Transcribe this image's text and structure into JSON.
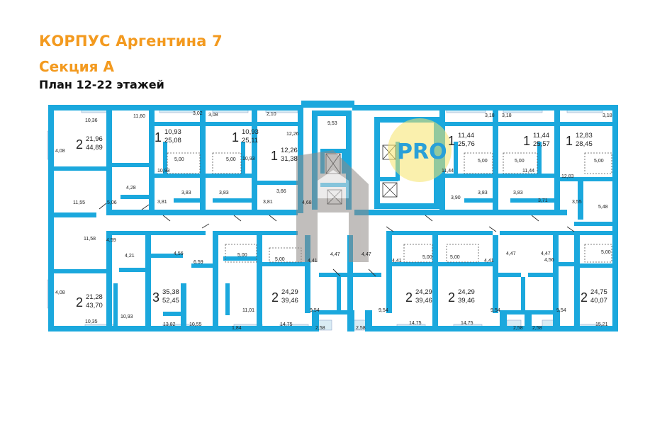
{
  "header": {
    "building": "КОРПУС Аргентина 7",
    "section": "Секция А",
    "plan": "План 12-22 этажей"
  },
  "colors": {
    "wall": "#1ba8dd",
    "window": "#cfe8f3",
    "watermark_circle": "#f6e36a",
    "watermark_text": "#2aa0d8"
  },
  "watermark": {
    "logo_text": "PRO",
    "letter": "A"
  },
  "apartments": [
    {
      "rooms": "2",
      "living": "21,96",
      "total": "44,89"
    },
    {
      "rooms": "1",
      "living": "10,93",
      "total": "25,08"
    },
    {
      "rooms": "1",
      "living": "10,93",
      "total": "25,11"
    },
    {
      "rooms": "1",
      "living": "12,26",
      "total": "31,38"
    },
    {
      "rooms": "1",
      "living": "11,44",
      "total": "25,76"
    },
    {
      "rooms": "1",
      "living": "11,44",
      "total": "25,57"
    },
    {
      "rooms": "1",
      "living": "12,83",
      "total": "28,45"
    },
    {
      "rooms": "2",
      "living": "21,28",
      "total": "43,70"
    },
    {
      "rooms": "3",
      "living": "35,38",
      "total": "52,45"
    },
    {
      "rooms": "2",
      "living": "24,29",
      "total": "39,46"
    },
    {
      "rooms": "2",
      "living": "24,29",
      "total": "39,46"
    },
    {
      "rooms": "2",
      "living": "24,29",
      "total": "39,46"
    },
    {
      "rooms": "2",
      "living": "24,75",
      "total": "40,07"
    }
  ],
  "areas": [
    "10,36",
    "11,60",
    "3,02",
    "3,08",
    "2,10",
    "9,53",
    "3,18",
    "3,18",
    "3,18",
    "4,08",
    "12,26",
    "5,00",
    "5,00",
    "10,93",
    "10,93",
    "4,28",
    "5,06",
    "11,55",
    "3,81",
    "3,83",
    "3,83",
    "3,66",
    "3,81",
    "4,68",
    "11,44",
    "5,00",
    "5,00",
    "11,44",
    "12,83",
    "5,00",
    "3,90",
    "3,83",
    "3,83",
    "3,71",
    "3,55",
    "5,48",
    "11,58",
    "4,59",
    "4,21",
    "4,56",
    "6,59",
    "5,00",
    "5,00",
    "4,41",
    "4,47",
    "4,47",
    "4,41",
    "5,00",
    "5,00",
    "4,41",
    "4,47",
    "4,47",
    "4,56",
    "5,00",
    "4,08",
    "10,93",
    "11,01",
    "9,54",
    "9,54",
    "9,54",
    "9,54",
    "10,35",
    "13,82",
    "10,55",
    "1,84",
    "14,75",
    "2,58",
    "2,58",
    "14,75",
    "14,75",
    "2,58",
    "2,58",
    "15,21"
  ]
}
